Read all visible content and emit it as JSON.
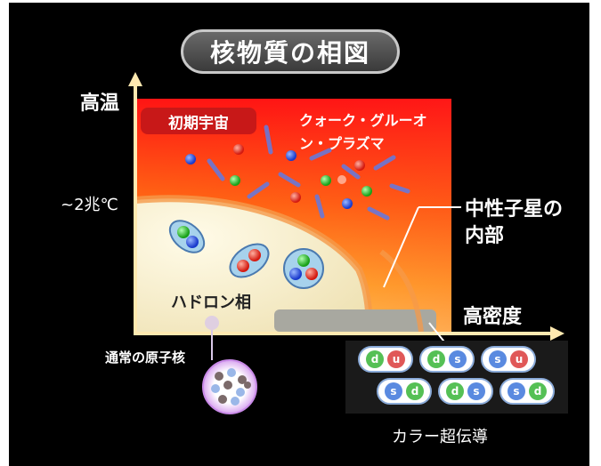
{
  "title": "核物質の相図",
  "axes": {
    "y_label": "高温",
    "x_label": "高密度",
    "temp_tick": "~2兆℃"
  },
  "regions": {
    "early_universe": "初期宇宙",
    "qgp_line1": "クォーク・グルーオ",
    "qgp_line2": "ン・プラズマ",
    "hadron_phase": "ハドロン相",
    "neutron_star_line1": "中性子星の",
    "neutron_star_line2": "内部",
    "normal_nucleus": "通常の原子核",
    "color_superconductivity": "カラー超伝導"
  },
  "cooper_pairs": [
    [
      "d",
      "u"
    ],
    [
      "d",
      "s"
    ],
    [
      "s",
      "u"
    ],
    [
      "s",
      "d"
    ],
    [
      "d",
      "s"
    ],
    [
      "s",
      "d"
    ]
  ],
  "colors": {
    "hot_top": "#ff1a1a",
    "hot_mid": "#ff7a1a",
    "warm": "#ffd040",
    "hadron_fill": "#f4edc8",
    "boundary": "#f59a4a",
    "axis": "#ffe9b0"
  }
}
